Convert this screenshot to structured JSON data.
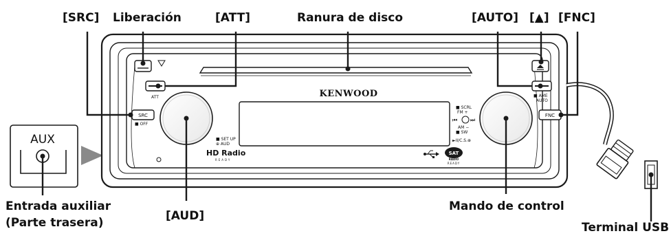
{
  "callouts": {
    "src": "[SRC]",
    "liberacion": "Liberación",
    "att": "[ATT]",
    "ranura": "Ranura de disco",
    "auto": "[AUTO]",
    "eject": "[▲]",
    "fnc": "[FNC]",
    "aud": "[AUD]",
    "entrada_line1": "Entrada auxiliar",
    "entrada_line2": "(Parte trasera)",
    "mando": "Mando de control",
    "terminal_usb": "Terminal USB"
  },
  "device": {
    "brand": "KENWOOD",
    "aux_label": "AUX",
    "buttons": {
      "att": "ATT",
      "src": "SRC",
      "off": "■ OFF",
      "fnc": "FNC",
      "ame": "■ AME",
      "auto": "AUTO",
      "setup": "■ SET UP",
      "aud_sub": "⊕ AUD",
      "scrl": "■ SCRL",
      "fm": "FM +",
      "am": "AM −",
      "sw": "■ SW",
      "play": "►II/C.S.⊕"
    },
    "hd_radio": "HD Radio",
    "ready": "READY",
    "sat": "SAT",
    "sat_radio": "RADIO"
  },
  "colors": {
    "background": "#ffffff",
    "outline": "#1a1a1a",
    "callout_line": "#1a1a1a",
    "arrow": "#8a8a8a"
  }
}
